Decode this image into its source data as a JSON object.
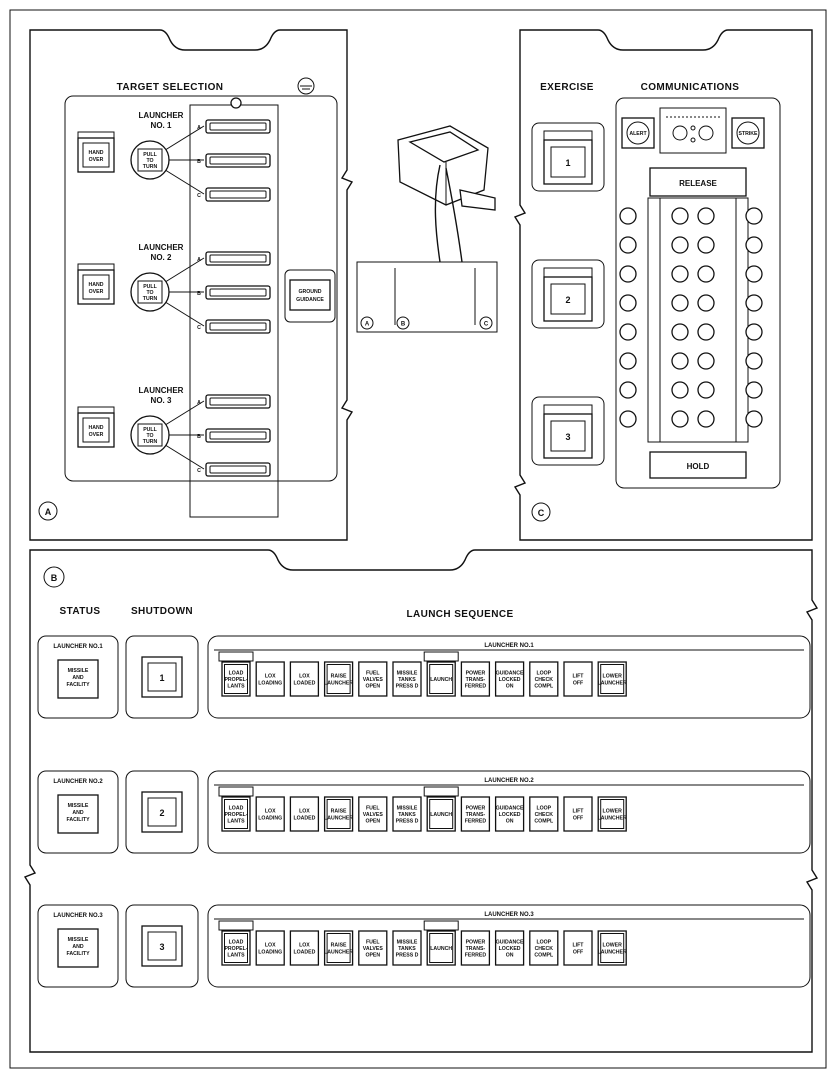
{
  "panel_a": {
    "circle_label": "A",
    "title": "TARGET SELECTION",
    "launchers": [
      {
        "label_line1": "LAUNCHER",
        "label_line2": "NO. 1",
        "hand_over": [
          "HAND",
          "OVER"
        ],
        "knob": [
          "PULL",
          "TO",
          "TURN"
        ]
      },
      {
        "label_line1": "LAUNCHER",
        "label_line2": "NO. 2",
        "hand_over": [
          "HAND",
          "OVER"
        ],
        "knob": [
          "PULL",
          "TO",
          "TURN"
        ]
      },
      {
        "label_line1": "LAUNCHER",
        "label_line2": "NO. 3",
        "hand_over": [
          "HAND",
          "OVER"
        ],
        "knob": [
          "PULL",
          "TO",
          "TURN"
        ]
      }
    ],
    "target_letters": [
      "A",
      "B",
      "C"
    ],
    "ground_guidance": [
      "GROUND",
      "GUIDANCE"
    ]
  },
  "console_labels": [
    "A",
    "B",
    "C"
  ],
  "panel_c": {
    "circle_label": "C",
    "exercise_title": "EXERCISE",
    "communications_title": "COMMUNICATIONS",
    "exercise_buttons": [
      "1",
      "2",
      "3"
    ],
    "alert": "ALERT",
    "strike": "STRIKE",
    "release": "RELEASE",
    "hold": "HOLD"
  },
  "panel_b": {
    "circle_label": "B",
    "status_title": "STATUS",
    "shutdown_title": "SHUTDOWN",
    "sequence_title": "LAUNCH SEQUENCE",
    "rows": [
      {
        "status_label": "LAUNCHER NO.1",
        "status_button": [
          "MISSILE",
          "AND",
          "FACILITY"
        ],
        "shutdown": "1",
        "sequence_label": "LAUNCHER NO.1"
      },
      {
        "status_label": "LAUNCHER NO.2",
        "status_button": [
          "MISSILE",
          "AND",
          "FACILITY"
        ],
        "shutdown": "2",
        "sequence_label": "LAUNCHER NO.2"
      },
      {
        "status_label": "LAUNCHER NO.3",
        "status_button": [
          "MISSILE",
          "AND",
          "FACILITY"
        ],
        "shutdown": "3",
        "sequence_label": "LAUNCHER NO.3"
      }
    ],
    "sequence_buttons": [
      [
        "LOAD",
        "PROPEL-",
        "LANTS"
      ],
      [
        "LOX",
        "LOADING"
      ],
      [
        "LOX",
        "LOADED"
      ],
      [
        "RAISE",
        "LAUNCHER"
      ],
      [
        "FUEL",
        "VALVES",
        "OPEN"
      ],
      [
        "MISSILE",
        "TANKS",
        "PRESS D"
      ],
      [
        "LAUNCH"
      ],
      [
        "POWER",
        "TRANS-",
        "FERRED"
      ],
      [
        "GUIDANCE",
        "LOCKED",
        "ON"
      ],
      [
        "LOOP",
        "CHECK",
        "COMPL"
      ],
      [
        "LIFT",
        "OFF"
      ],
      [
        "LOWER",
        "LAUNCHER"
      ]
    ]
  }
}
